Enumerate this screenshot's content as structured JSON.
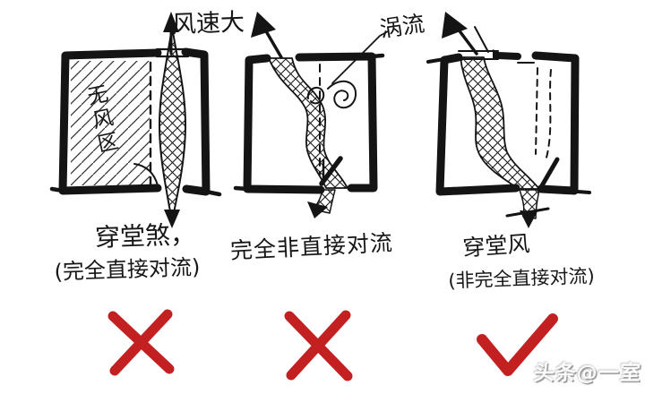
{
  "page": {
    "background_color": "#ffffff",
    "ink_color": "#161616",
    "mark_color": "#c32121",
    "watermark_gray": "#9d9d9d"
  },
  "diagrams": [
    {
      "top_label": "风速大",
      "zone_label": "无风区",
      "caption_line1": "穿堂煞，",
      "caption_line2": "(完全直接对流)",
      "verdict": "rejected-x"
    },
    {
      "top_label": "涡流",
      "caption_line1": "完全非直接对流",
      "verdict": "rejected-x"
    },
    {
      "caption_line1": "穿堂风",
      "caption_line2": "(非完全直接对流)",
      "verdict": "approved-check"
    }
  ],
  "watermark": {
    "text": "头条@一室"
  }
}
